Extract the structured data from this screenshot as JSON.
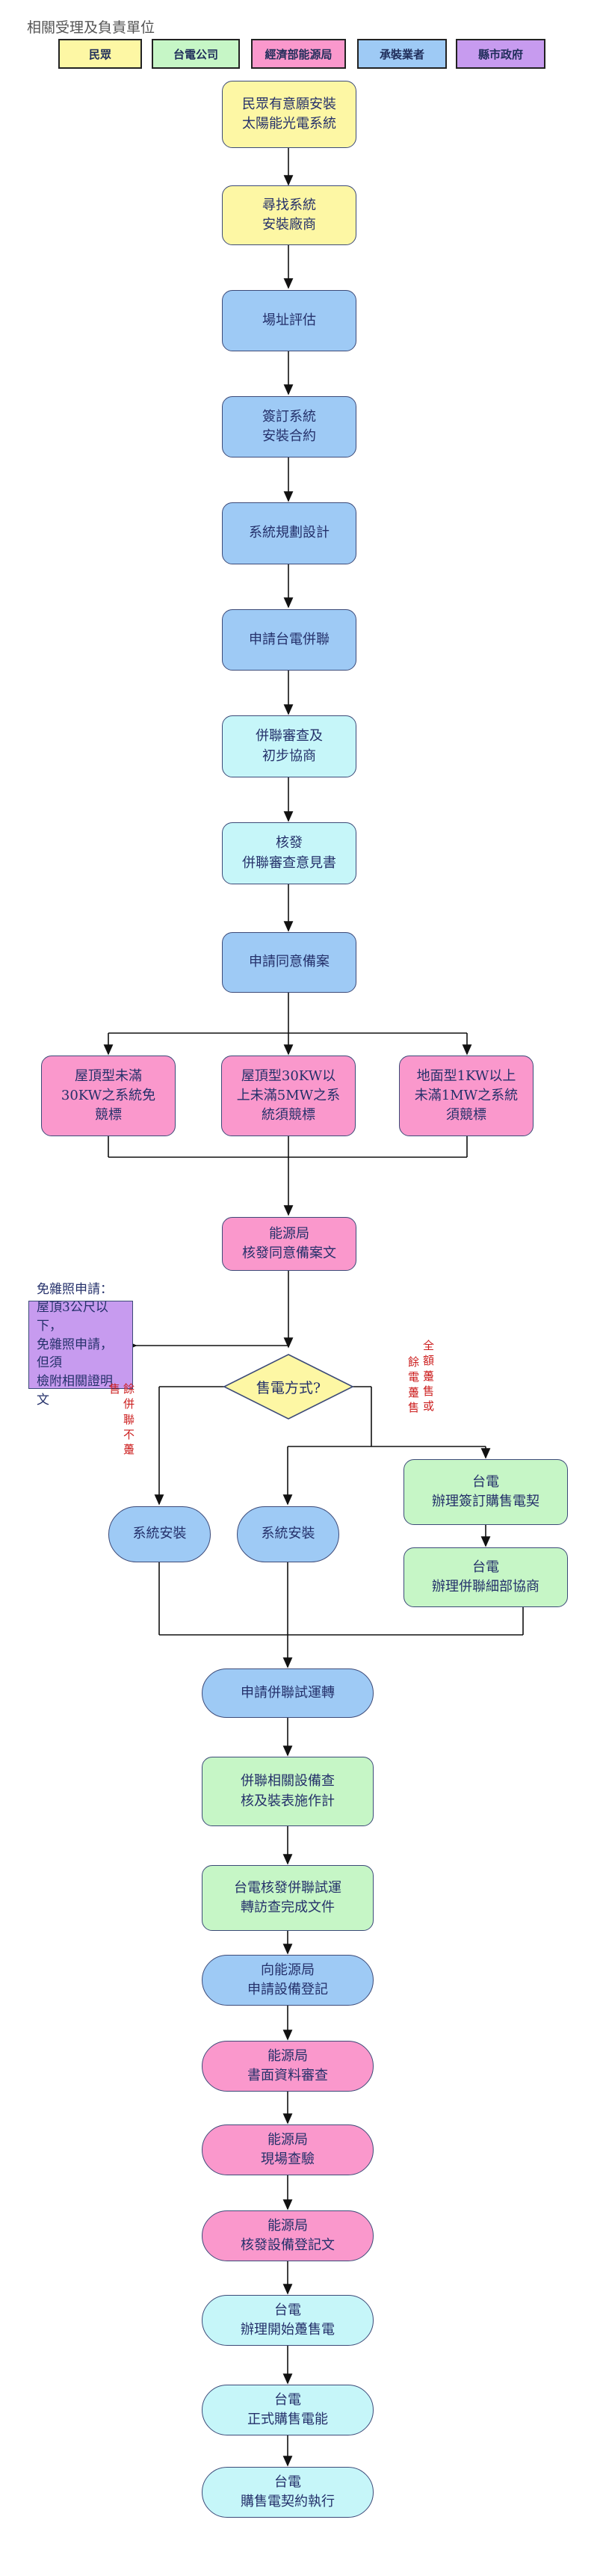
{
  "page_title": "相關受理及負責單位",
  "legend": [
    {
      "label": "民眾",
      "color": "#fdf7a4"
    },
    {
      "label": "台電公司",
      "color": "#c6f6c6"
    },
    {
      "label": "經濟部能源局",
      "color": "#fa98cc"
    },
    {
      "label": "承裝業者",
      "color": "#9ecaf5"
    },
    {
      "label": "縣市政府",
      "color": "#c79bef"
    }
  ],
  "nodes": {
    "n1": {
      "l1": "民眾有意願安裝",
      "l2": "太陽能光電系統"
    },
    "n2": {
      "l1": "尋找系統",
      "l2": "安裝廠商"
    },
    "n3": {
      "l1": "場址評估"
    },
    "n4": {
      "l1": "簽訂系統",
      "l2": "安裝合約"
    },
    "n5": {
      "l1": "系統規劃設計"
    },
    "n6": {
      "l1": "申請台電併聯"
    },
    "n7": {
      "l1": "併聯審查及",
      "l2": "初步協商"
    },
    "n8": {
      "l1": "核發",
      "l2": "併聯審查意見書"
    },
    "n9": {
      "l1": "申請同意備案"
    },
    "n10a": {
      "l1": "屋頂型未滿",
      "l2": "30KW之系統免",
      "l3": "競標"
    },
    "n10b": {
      "l1": "屋頂型30KW以",
      "l2": "上未滿5MW之系",
      "l3": "統須競標"
    },
    "n10c": {
      "l1": "地面型1KW以上",
      "l2": "未滿1MW之系統",
      "l3": "須競標"
    },
    "n11": {
      "l1": "能源局",
      "l2": "核發同意備案文"
    },
    "n12": {
      "l1": "免雜照申請：",
      "l2": "屋頂3公尺以下，",
      "l3": "免雜照申請，但須",
      "l4": "檢附相關證明文"
    },
    "n13": {
      "l1": "售電方式?"
    },
    "n14a": {
      "l1": "系統安裝"
    },
    "n14b": {
      "l1": "系統安裝"
    },
    "n14c": {
      "l1": "台電",
      "l2": "辦理簽訂購售電契"
    },
    "n14d": {
      "l1": "台電",
      "l2": "辦理併聯細部協商"
    },
    "n15": {
      "l1": "申請併聯試運轉"
    },
    "n16": {
      "l1": "併聯相關設備查",
      "l2": "核及裝表施作計"
    },
    "n17": {
      "l1": "台電核發併聯試運",
      "l2": "轉訪查完成文件"
    },
    "n18": {
      "l1": "向能源局",
      "l2": "申請設備登記"
    },
    "n19": {
      "l1": "能源局",
      "l2": "書面資料審查"
    },
    "n20": {
      "l1": "能源局",
      "l2": "現場查驗"
    },
    "n21": {
      "l1": "能源局",
      "l2": "核發設備登記文"
    },
    "n22": {
      "l1": "台電",
      "l2": "辦理開始躉售電"
    },
    "n23": {
      "l1": "台電",
      "l2": "正式購售電能"
    },
    "n24": {
      "l1": "台電",
      "l2": "購售電契約執行"
    }
  },
  "branch_labels": {
    "left_c1": "售",
    "left_c2": "餘\n併\n聯\n不\n躉",
    "right_c1": "餘\n電\n躉\n售",
    "right_c2": "全\n額\n躉\n售\n或"
  }
}
